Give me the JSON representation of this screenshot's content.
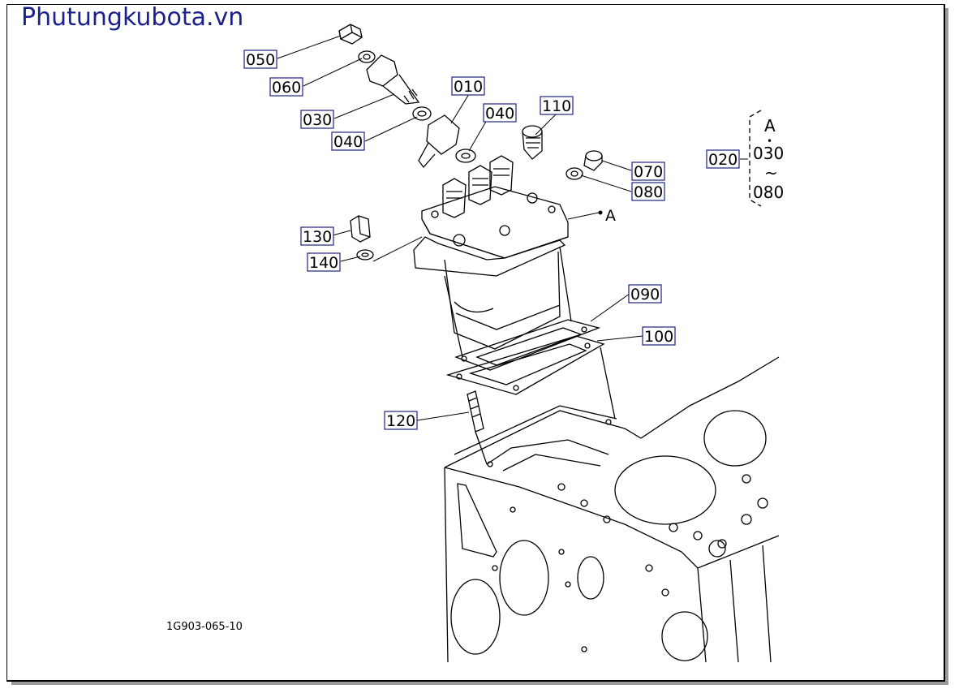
{
  "watermark": "Phutungkubota.vn",
  "diagram_code": "1G903-065-10",
  "callouts": [
    {
      "id": "050",
      "text": "050"
    },
    {
      "id": "060",
      "text": "060"
    },
    {
      "id": "030",
      "text": "030"
    },
    {
      "id": "040a",
      "text": "040"
    },
    {
      "id": "010",
      "text": "010"
    },
    {
      "id": "040b",
      "text": "040"
    },
    {
      "id": "110",
      "text": "110"
    },
    {
      "id": "070",
      "text": "070"
    },
    {
      "id": "080",
      "text": "080"
    },
    {
      "id": "020",
      "text": "020"
    },
    {
      "id": "130",
      "text": "130"
    },
    {
      "id": "140",
      "text": "140"
    },
    {
      "id": "090",
      "text": "090"
    },
    {
      "id": "100",
      "text": "100"
    },
    {
      "id": "120",
      "text": "120"
    }
  ],
  "ref_point_label": "A",
  "bracket": {
    "top": "A",
    "mid": "030",
    "bottom": "080",
    "tilde": "~",
    "dot": "•"
  }
}
